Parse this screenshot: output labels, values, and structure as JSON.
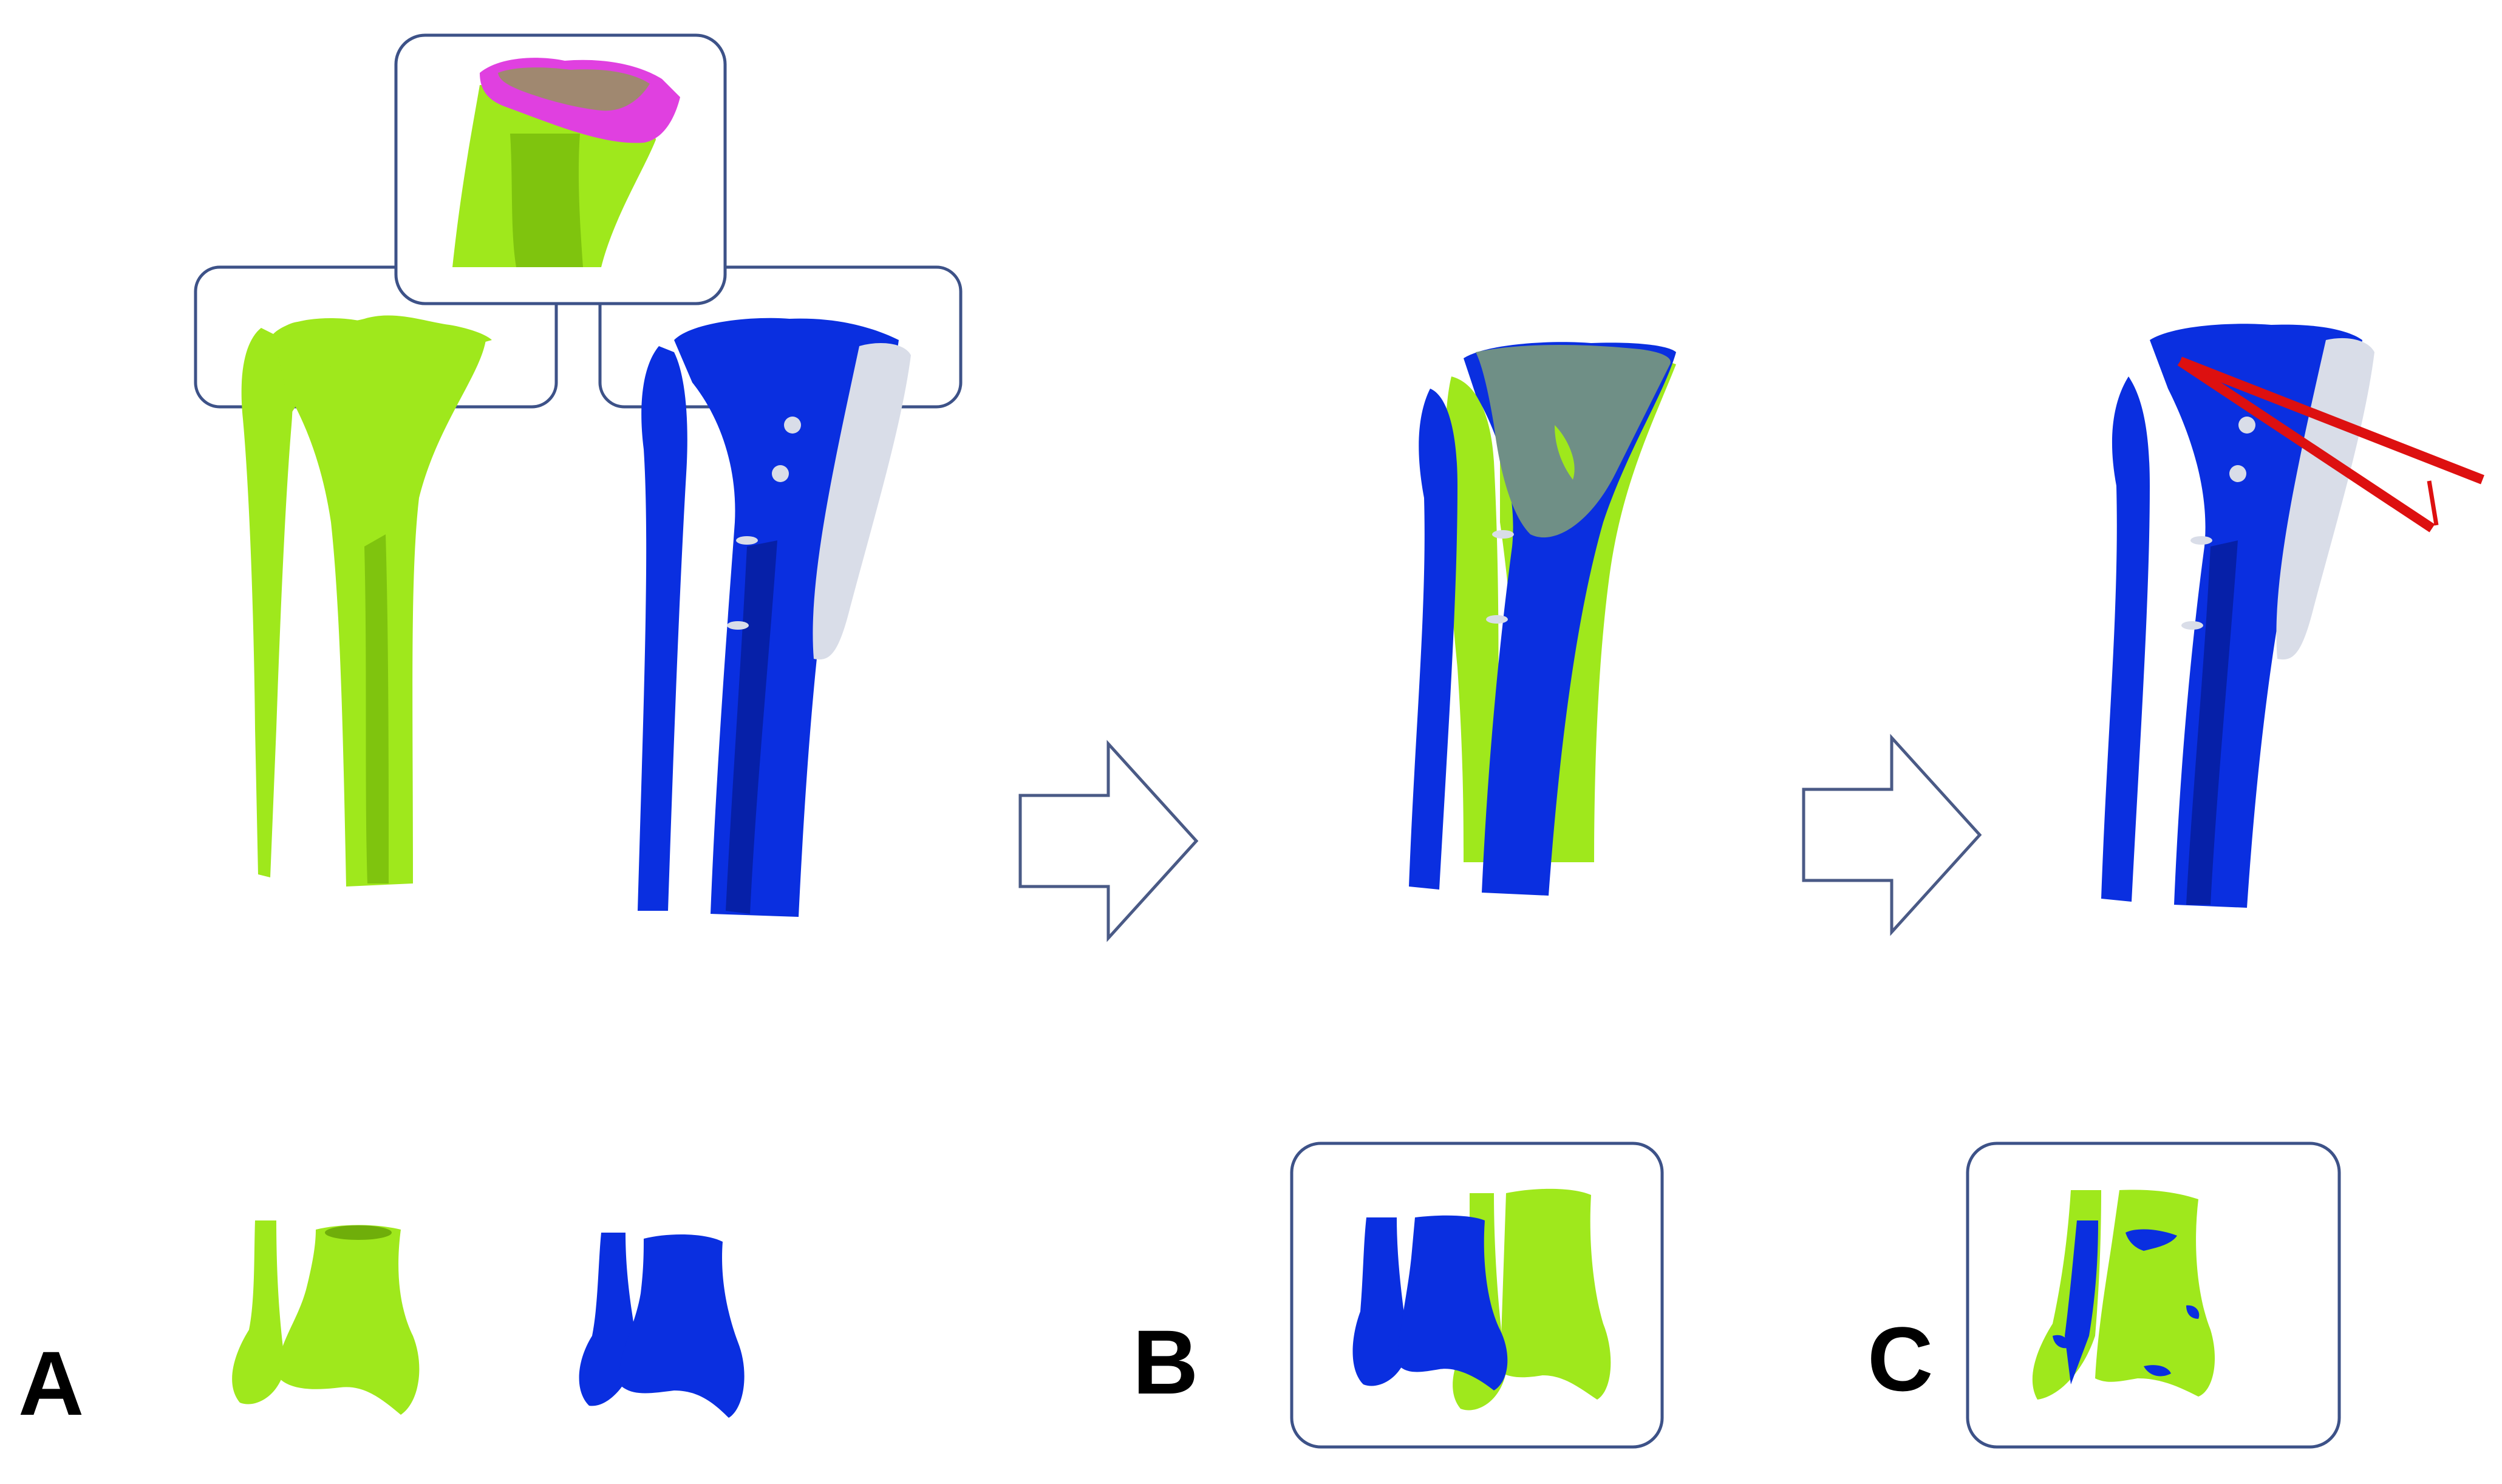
{
  "panels": {
    "a": {
      "label": "A"
    },
    "b": {
      "label": "B"
    },
    "c": {
      "label": "C"
    }
  },
  "colors": {
    "contralateral_bone": "#9fe81c",
    "contralateral_bone_shade": "#7fc40e",
    "affected_bone": "#0a2fe0",
    "affected_bone_shade": "#0620a8",
    "frame_outline": "#3d5288",
    "arrow_outline": "#4a5a86",
    "implant_plate": "#d9dde8",
    "overlap_gray": "#6f8f86",
    "surface_magenta": "#e040e0",
    "surface_brown": "#a08870",
    "angle_lines": "#dd1010",
    "background": "#ffffff"
  },
  "icons": {
    "step_arrow": "hollow-right-arrow-icon"
  }
}
